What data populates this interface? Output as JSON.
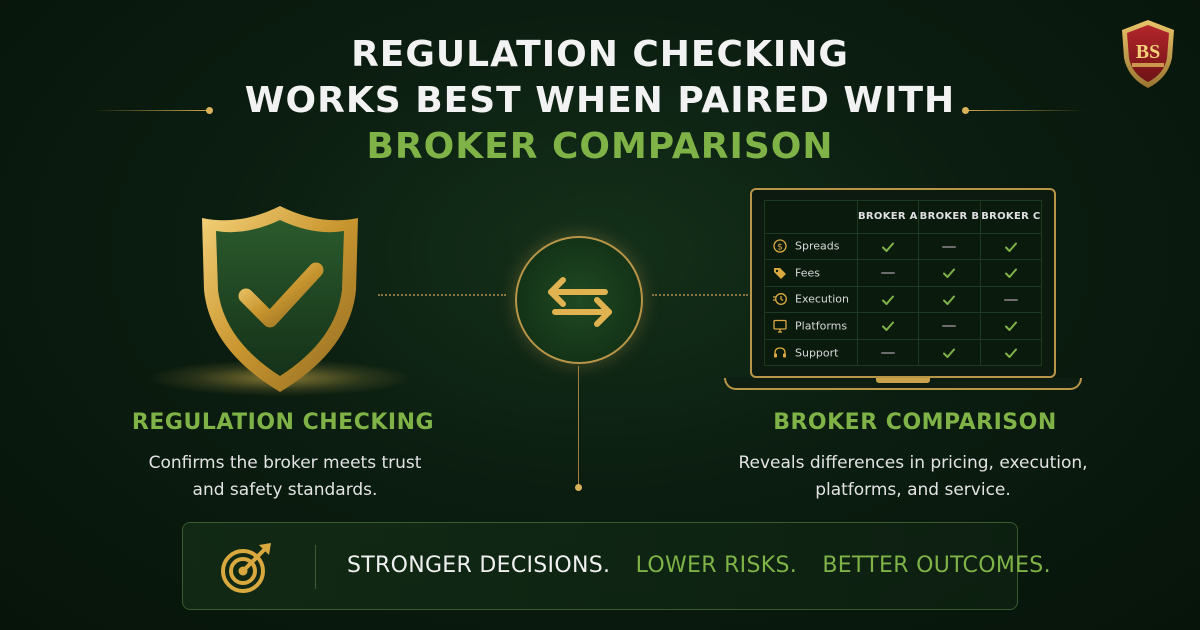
{
  "header": {
    "line1": "REGULATION CHECKING",
    "line2": "WORKS BEST WHEN PAIRED WITH",
    "line3": "BROKER COMPARISON"
  },
  "logo": {
    "initials": "BS",
    "icon": "shield-badge-icon"
  },
  "left": {
    "heading": "REGULATION CHECKING",
    "description": "Confirms the broker meets trust and safety standards.",
    "icon": "shield-check-icon"
  },
  "center": {
    "icon": "swap-arrows-icon"
  },
  "right": {
    "heading": "BROKER COMPARISON",
    "description": "Reveals differences in pricing, execution, platforms, and service."
  },
  "comparison": {
    "columns": [
      "BROKER A",
      "BROKER B",
      "BROKER C"
    ],
    "rows": [
      {
        "label": "Spreads",
        "icon": "dollar-icon",
        "marks": [
          "check",
          "dash",
          "check"
        ]
      },
      {
        "label": "Fees",
        "icon": "tag-icon",
        "marks": [
          "dash",
          "check",
          "check"
        ]
      },
      {
        "label": "Execution",
        "icon": "clock-speed-icon",
        "marks": [
          "check",
          "check",
          "dash"
        ]
      },
      {
        "label": "Platforms",
        "icon": "monitor-icon",
        "marks": [
          "check",
          "dash",
          "check"
        ]
      },
      {
        "label": "Support",
        "icon": "headset-icon",
        "marks": [
          "dash",
          "check",
          "check"
        ]
      }
    ]
  },
  "banner": {
    "icon": "target-arrow-icon",
    "part1": "STRONGER DECISIONS.",
    "part2": "LOWER RISKS.",
    "part3": "BETTER OUTCOMES."
  },
  "colors": {
    "accent_green": "#7fb347",
    "gold": "#c9a24b",
    "check_green": "#7fb347",
    "dash_gray": "#6c6c6c"
  }
}
